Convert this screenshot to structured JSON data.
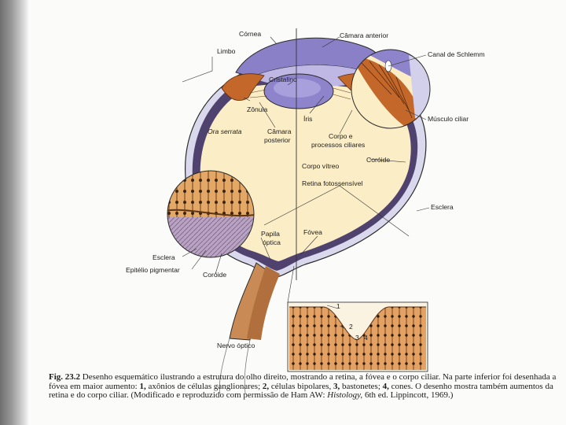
{
  "figure": {
    "labels": {
      "cornea": "Córnea",
      "camara_anterior": "Câmara anterior",
      "limbo": "Limbo",
      "canal_schlemm": "Canal de Schlemm",
      "cristalino": "Cristalino",
      "zonula": "Zônula",
      "iris": "Íris",
      "musculo_ciliar": "Músculo ciliar",
      "ora_serrata": "Ora serrata",
      "camara_posterior_1": "Câmara",
      "camara_posterior_2": "posterior",
      "corpo_processos_1": "Corpo e",
      "corpo_processos_2": "processos ciliares",
      "coroide_right": "Coróide",
      "corpo_vitreo": "Corpo vítreo",
      "retina_fotossensivel": "Retina fotossensível",
      "esclera_right": "Esclera",
      "papila_1": "Papila",
      "papila_2": "óptica",
      "fovea": "Fóvea",
      "esclera_left": "Esclera",
      "epitelio": "Epitélio pigmentar",
      "coroide_left": "Coróide",
      "nervo_optico": "Nervo óptico",
      "num_1": "1",
      "num_2": "2",
      "num_3": "3",
      "num_4": "4"
    },
    "caption": {
      "fig_label": "Fig. 23.2",
      "text_1": " Desenho esquemático ilustrando a estrutura do olho direito, mostrando a retina, a fóvea e o corpo ciliar. Na parte inferior foi desenhada a fóvea em maior aumento: ",
      "n1": "1,",
      "t1": " axônios de células ganglionares; ",
      "n2": "2,",
      "t2": " células bipolares, ",
      "n3": "3,",
      "t3": " bastonetes; ",
      "n4": "4,",
      "t4": " cones. O desenho mostra também aumentos da retina e do corpo ciliar. (Modificado e reproduzido com permissão de Ham AW: ",
      "book": "Histology,",
      "t5": " 6th ed. Lippincott, 1969.)"
    },
    "colors": {
      "vitreous": "#fbeec6",
      "cornea": "#8c82c9",
      "sclera": "#dcdcef",
      "choroid": "#5a4a7a",
      "ciliary": "#c46a2a",
      "retina_inset": "#d99858",
      "pigment": "#a98fb5",
      "optic_nerve": "#c98a55"
    }
  }
}
